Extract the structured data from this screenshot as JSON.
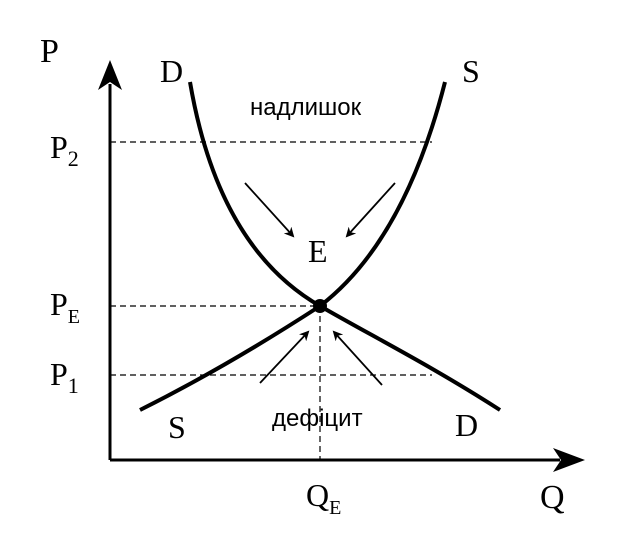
{
  "axes": {
    "y_label": "P",
    "x_label": "Q"
  },
  "price_levels": {
    "p2": {
      "base": "P",
      "sub": "2"
    },
    "pe": {
      "base": "P",
      "sub": "E"
    },
    "p1": {
      "base": "P",
      "sub": "1"
    }
  },
  "quantity_levels": {
    "qe": {
      "base": "Q",
      "sub": "E"
    }
  },
  "curves": {
    "demand_top": "D",
    "demand_bottom": "D",
    "supply_top": "S",
    "supply_bottom": "S"
  },
  "equilibrium_label": "E",
  "zones": {
    "surplus": "надлишок",
    "deficit": "дефіцит"
  }
}
